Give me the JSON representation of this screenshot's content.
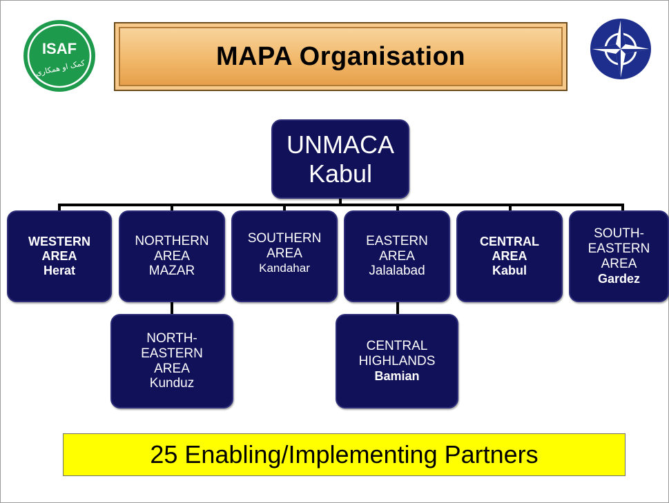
{
  "title": "MAPA Organisation",
  "logos": {
    "left_text": "ISAF",
    "left_script": "کمک او همکاری",
    "right_icon": "nato-compass-star-icon",
    "colors": {
      "isaf_green": "#1e9a4c",
      "nato_blue": "#1e2e8c"
    }
  },
  "root": {
    "line1": "UNMACA",
    "line2": "Kabul"
  },
  "areas": [
    {
      "lines": [
        "WESTERN",
        "AREA"
      ],
      "city": "Herat"
    },
    {
      "lines": [
        "NORTHERN",
        "AREA"
      ],
      "city": "MAZAR"
    },
    {
      "lines": [
        "SOUTHERN",
        "AREA"
      ],
      "city": "Kandahar"
    },
    {
      "lines": [
        "EASTERN",
        "AREA"
      ],
      "city": "Jalalabad"
    },
    {
      "lines": [
        "CENTRAL",
        "AREA"
      ],
      "city": "Kabul"
    },
    {
      "lines": [
        "SOUTH-",
        "EASTERN",
        "AREA"
      ],
      "city": "Gardez"
    }
  ],
  "sub_areas": [
    {
      "lines": [
        "NORTH-",
        "EASTERN",
        "AREA"
      ],
      "city": "Kunduz"
    },
    {
      "lines": [
        "CENTRAL",
        "HIGHLANDS"
      ],
      "city": "Bamian"
    }
  ],
  "footer": "25 Enabling/Implementing Partners",
  "colors": {
    "box_fill": "#11115a",
    "banner_yellow": "#ffff00",
    "title_gold": "#f1b86a"
  }
}
